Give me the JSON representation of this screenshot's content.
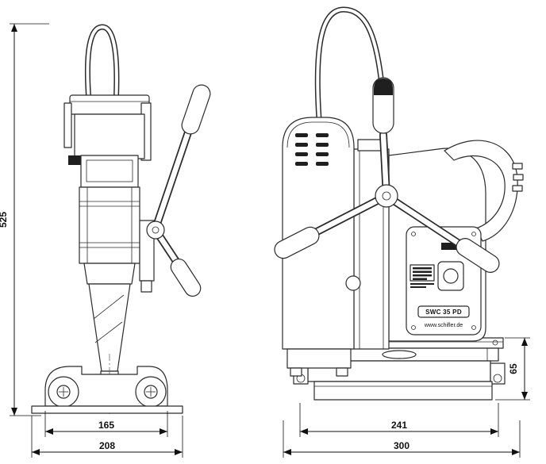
{
  "drawing": {
    "type": "technical-dimension-drawing",
    "subject": "magnetic-core-drill",
    "views": {
      "left": "side-view",
      "right": "front-view"
    },
    "dims": {
      "height": "525",
      "left_base_width": "165",
      "left_overall_width": "208",
      "right_base_width": "241",
      "right_overall_width": "300",
      "base_height": "65"
    },
    "labels": {
      "model": "SWC 35 PD",
      "website": "www.schifler.de"
    },
    "colors": {
      "line": "#2b2b2b",
      "background": "#ffffff"
    }
  }
}
